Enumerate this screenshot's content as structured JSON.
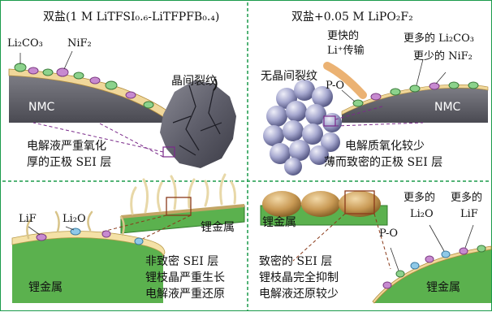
{
  "left": {
    "title": "双盐(1 M LiTFSI₀.₆-LiTFPFB₀.₄)",
    "li2co3": "Li₂CO₃",
    "nif2": "NiF₂",
    "nmc": "NMC",
    "crack": "晶间裂纹",
    "desc1": "电解液严重氧化",
    "desc2": "厚的正极 SEI 层",
    "lif": "LiF",
    "li2o": "Li₂O",
    "li_metal_right": "锂金属",
    "li_metal_bottom": "锂金属",
    "b1": "非致密 SEI 层",
    "b2": "锂枝晶严重生长",
    "b3": "电解液严重还原"
  },
  "right": {
    "title": "双盐+0.05 M LiPO₂F₂",
    "fast1": "更快的",
    "fast2": "Li⁺传输",
    "more_li2co3": "更多的 Li₂CO₃",
    "less_nif2": "更少的 NiF₂",
    "no_crack": "无晶间裂纹",
    "po": "P-O",
    "nmc": "NMC",
    "desc1": "电解质氧化较少",
    "desc2": "薄而致密的正极 SEI 层",
    "more1": "更多的",
    "more2": "更多的",
    "li2o": "Li₂O",
    "lif": "LiF",
    "po2": "P-O",
    "li_metal_left": "锂金属",
    "li_metal_bottom": "锂金属",
    "b1": "致密的 SEI 层",
    "b2": "锂枝晶完全抑制",
    "b3": "电解液还原较少"
  }
}
